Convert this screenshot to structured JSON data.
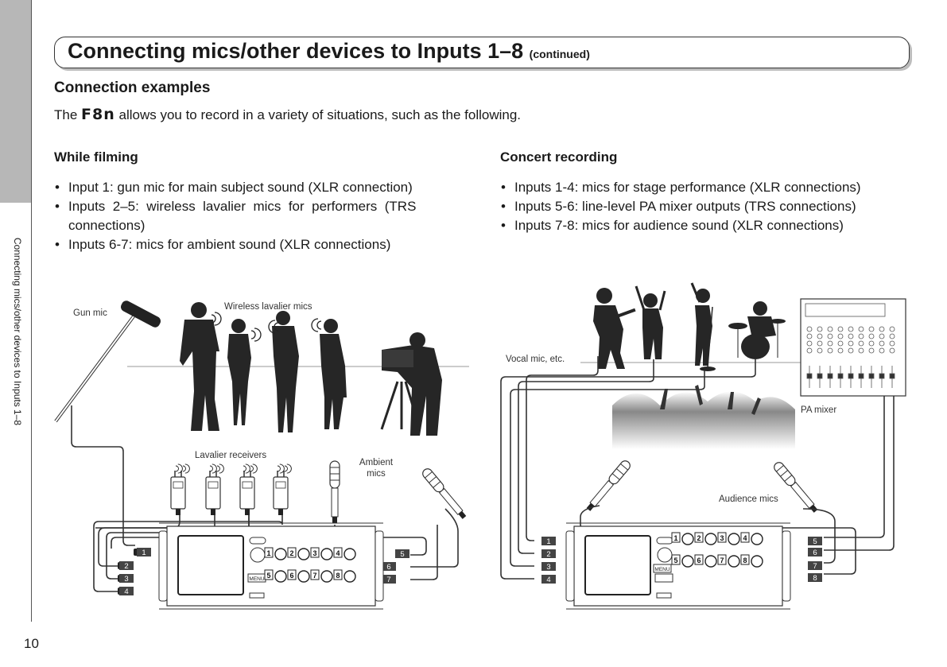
{
  "sidebar": {
    "label": "Connecting mics/other devices to Inputs 1–8"
  },
  "page_number": "10",
  "header": {
    "title": "Connecting mics/other devices to Inputs 1–8",
    "title_suffix": "(continued)"
  },
  "section": {
    "heading": "Connection examples",
    "intro_before": "The ",
    "intro_model": "F8n",
    "intro_after": " allows you to record in a variety of situations, such as the following."
  },
  "filming": {
    "heading": "While filming",
    "items": [
      "Input 1:  gun mic for main subject sound (XLR connection)",
      "Inputs  2–5:  wireless  lavalier  mics  for  performers  (TRS",
      "connections)",
      "Inputs 6-7:  mics for ambient sound (XLR connections)"
    ]
  },
  "concert": {
    "heading": "Concert recording",
    "items": [
      "Inputs 1-4:  mics for stage performance (XLR connections)",
      "Inputs 5-6:  line-level PA mixer outputs (TRS connections)",
      "Inputs 7-8:  mics for audience sound (XLR connections)"
    ]
  },
  "diagram_left": {
    "gun_mic": "Gun mic",
    "wireless": "Wireless lavalier mics",
    "receivers": "Lavalier receivers",
    "ambient_1": "Ambient",
    "ambient_2": "mics",
    "inputs": [
      "1",
      "2",
      "3",
      "4",
      "5",
      "6",
      "7"
    ]
  },
  "diagram_right": {
    "vocal": "Vocal mic, etc.",
    "pa_mixer": "PA mixer",
    "audience": "Audience mics",
    "inputs": [
      "1",
      "2",
      "3",
      "4",
      "5",
      "6",
      "7",
      "8"
    ]
  },
  "recorder": {
    "menu_label": "MENU",
    "channels": [
      "1",
      "2",
      "3",
      "4",
      "5",
      "6",
      "7",
      "8"
    ]
  }
}
